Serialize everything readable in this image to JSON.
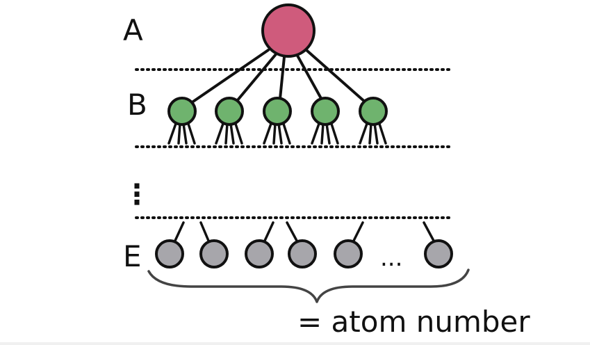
{
  "levels": {
    "a": "A",
    "b": "B",
    "vdots": "⋮",
    "e": "E"
  },
  "ellipsis": "...",
  "annotation": "= atom number",
  "colors": {
    "root": "#cf5b7c",
    "level_b": "#6fb36e",
    "level_e": "#a7a6ab",
    "stroke": "#111111"
  },
  "counts": {
    "level_b_nodes": 5,
    "level_e_nodes_drawn": 6
  }
}
